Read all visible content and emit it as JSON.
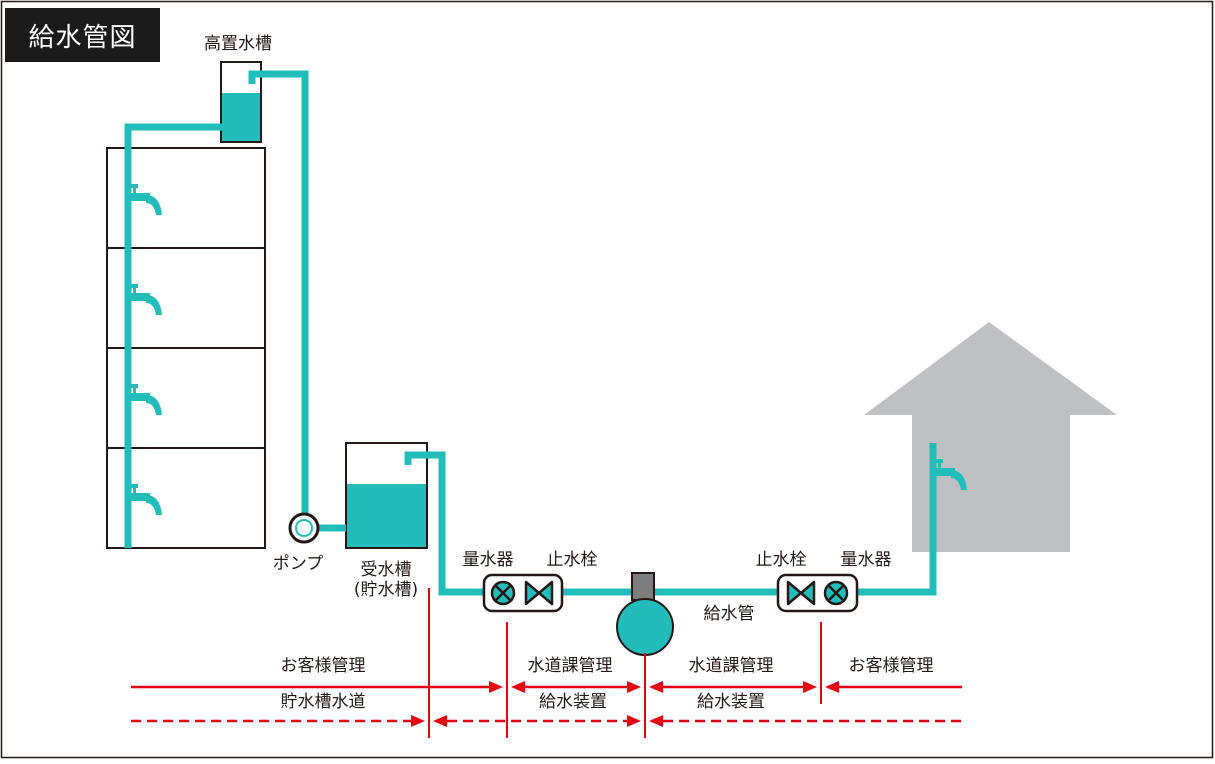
{
  "title": "給水管図",
  "labels": {
    "elevated_tank": "高置水槽",
    "pump": "ポンプ",
    "receiving_tank_line1": "受水槽",
    "receiving_tank_line2": "(貯水槽)",
    "meter_left": "量水器",
    "stopcock_left": "止水栓",
    "stopcock_right": "止水栓",
    "meter_right": "量水器",
    "supply_pipe": "給水管"
  },
  "sections": {
    "customer_left": "お客様管理",
    "storage_waterworks": "貯水槽水道",
    "dept_left": "水道課管理",
    "dept_right": "水道課管理",
    "supply_device_left": "給水装置",
    "supply_device_right": "給水装置",
    "customer_right": "お客様管理"
  },
  "colors": {
    "pipe": "#22bdba",
    "water": "#22bdba",
    "boundary": "#e60012",
    "house": "#bfc0c3",
    "outline": "#231815",
    "valve_box": "#7d7d7d",
    "title_bg": "#1b1b1b"
  },
  "icons": [
    "faucet-icon",
    "water-meter-icon",
    "stop-valve-icon",
    "pump-icon",
    "house-icon"
  ]
}
